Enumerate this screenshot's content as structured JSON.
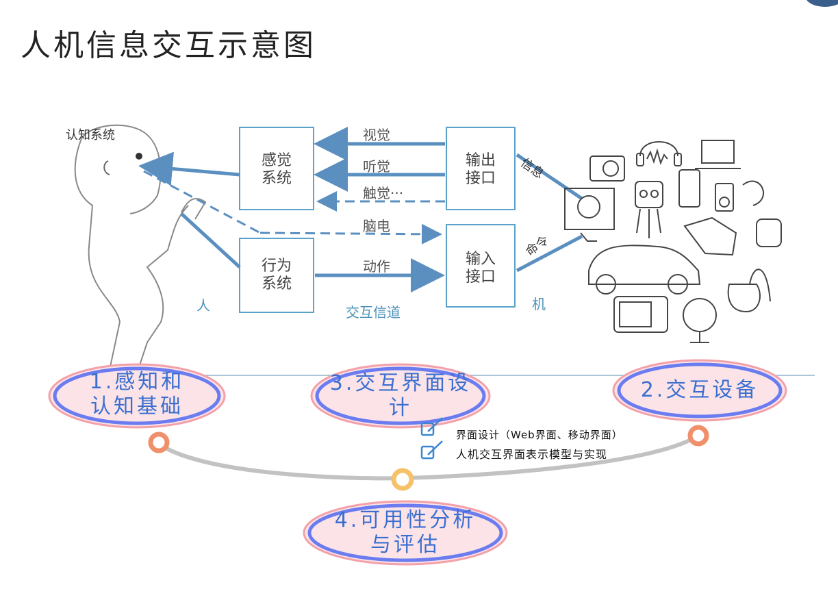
{
  "title": "人机信息交互示意图",
  "diagram": {
    "cognition_label": "认知系统",
    "sensory_box": [
      "感觉",
      "系统"
    ],
    "behavior_box": [
      "行为",
      "系统"
    ],
    "output_box": [
      "输出",
      "接口"
    ],
    "input_box": [
      "输入",
      "接口"
    ],
    "channels": {
      "vision": "视觉",
      "hearing": "听觉",
      "touch": "触觉···",
      "eeg": "脑电",
      "action": "动作"
    },
    "human_label": "人",
    "machine_label": "机",
    "channel_label": "交互信道",
    "info_label": "信息",
    "command_label": "命令"
  },
  "topics": {
    "t1_line1": "1.感知和",
    "t1_line2": "认知基础",
    "t3_line1": "3.交互界面设",
    "t3_line2": "计",
    "t2": "2.交互设备",
    "t4_line1": "4.可用性分析",
    "t4_line2": "与评估"
  },
  "bullets": [
    "界面设计（Web界面、移动界面）",
    "人机交互界面表示模型与实现"
  ],
  "colors": {
    "box_border": "#5aa2c8",
    "arrow": "#5a8fc0",
    "oval_fill": "#fbe3e8",
    "oval_ring": "#6a7cf0",
    "oval_text": "#3a6fd0",
    "node_orange": "#f0906a",
    "node_yellow": "#f5c26a",
    "connector": "#c2c2c2"
  }
}
